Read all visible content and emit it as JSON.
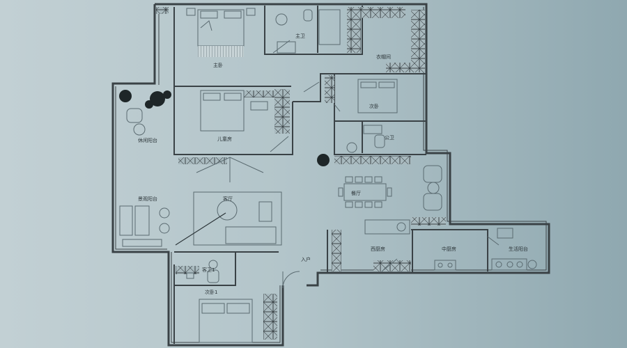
{
  "floorplan": {
    "rooms": {
      "master_bedroom": "主卧",
      "master_bath": "主卫",
      "walk_in_closet": "衣帽间",
      "second_bedroom": "次卧",
      "children_room": "儿童房",
      "leisure_balcony": "休闲阳台",
      "public_bath": "公卫",
      "dining_room": "餐厅",
      "living_room": "客厅",
      "scenic_balcony": "景观阳台",
      "entrance": "入户",
      "western_kitchen": "西厨房",
      "chinese_kitchen": "中厨房",
      "service_balcony": "生活阳台",
      "guest_bath_1": "客卫1",
      "second_bedroom_1": "次卧1"
    },
    "colors": {
      "wall": "#3a4246",
      "room_fill": "#b9c8cc",
      "cabinet": "#6f8086",
      "furniture_line": "#5a6a70",
      "plant": "#1e2628"
    }
  }
}
